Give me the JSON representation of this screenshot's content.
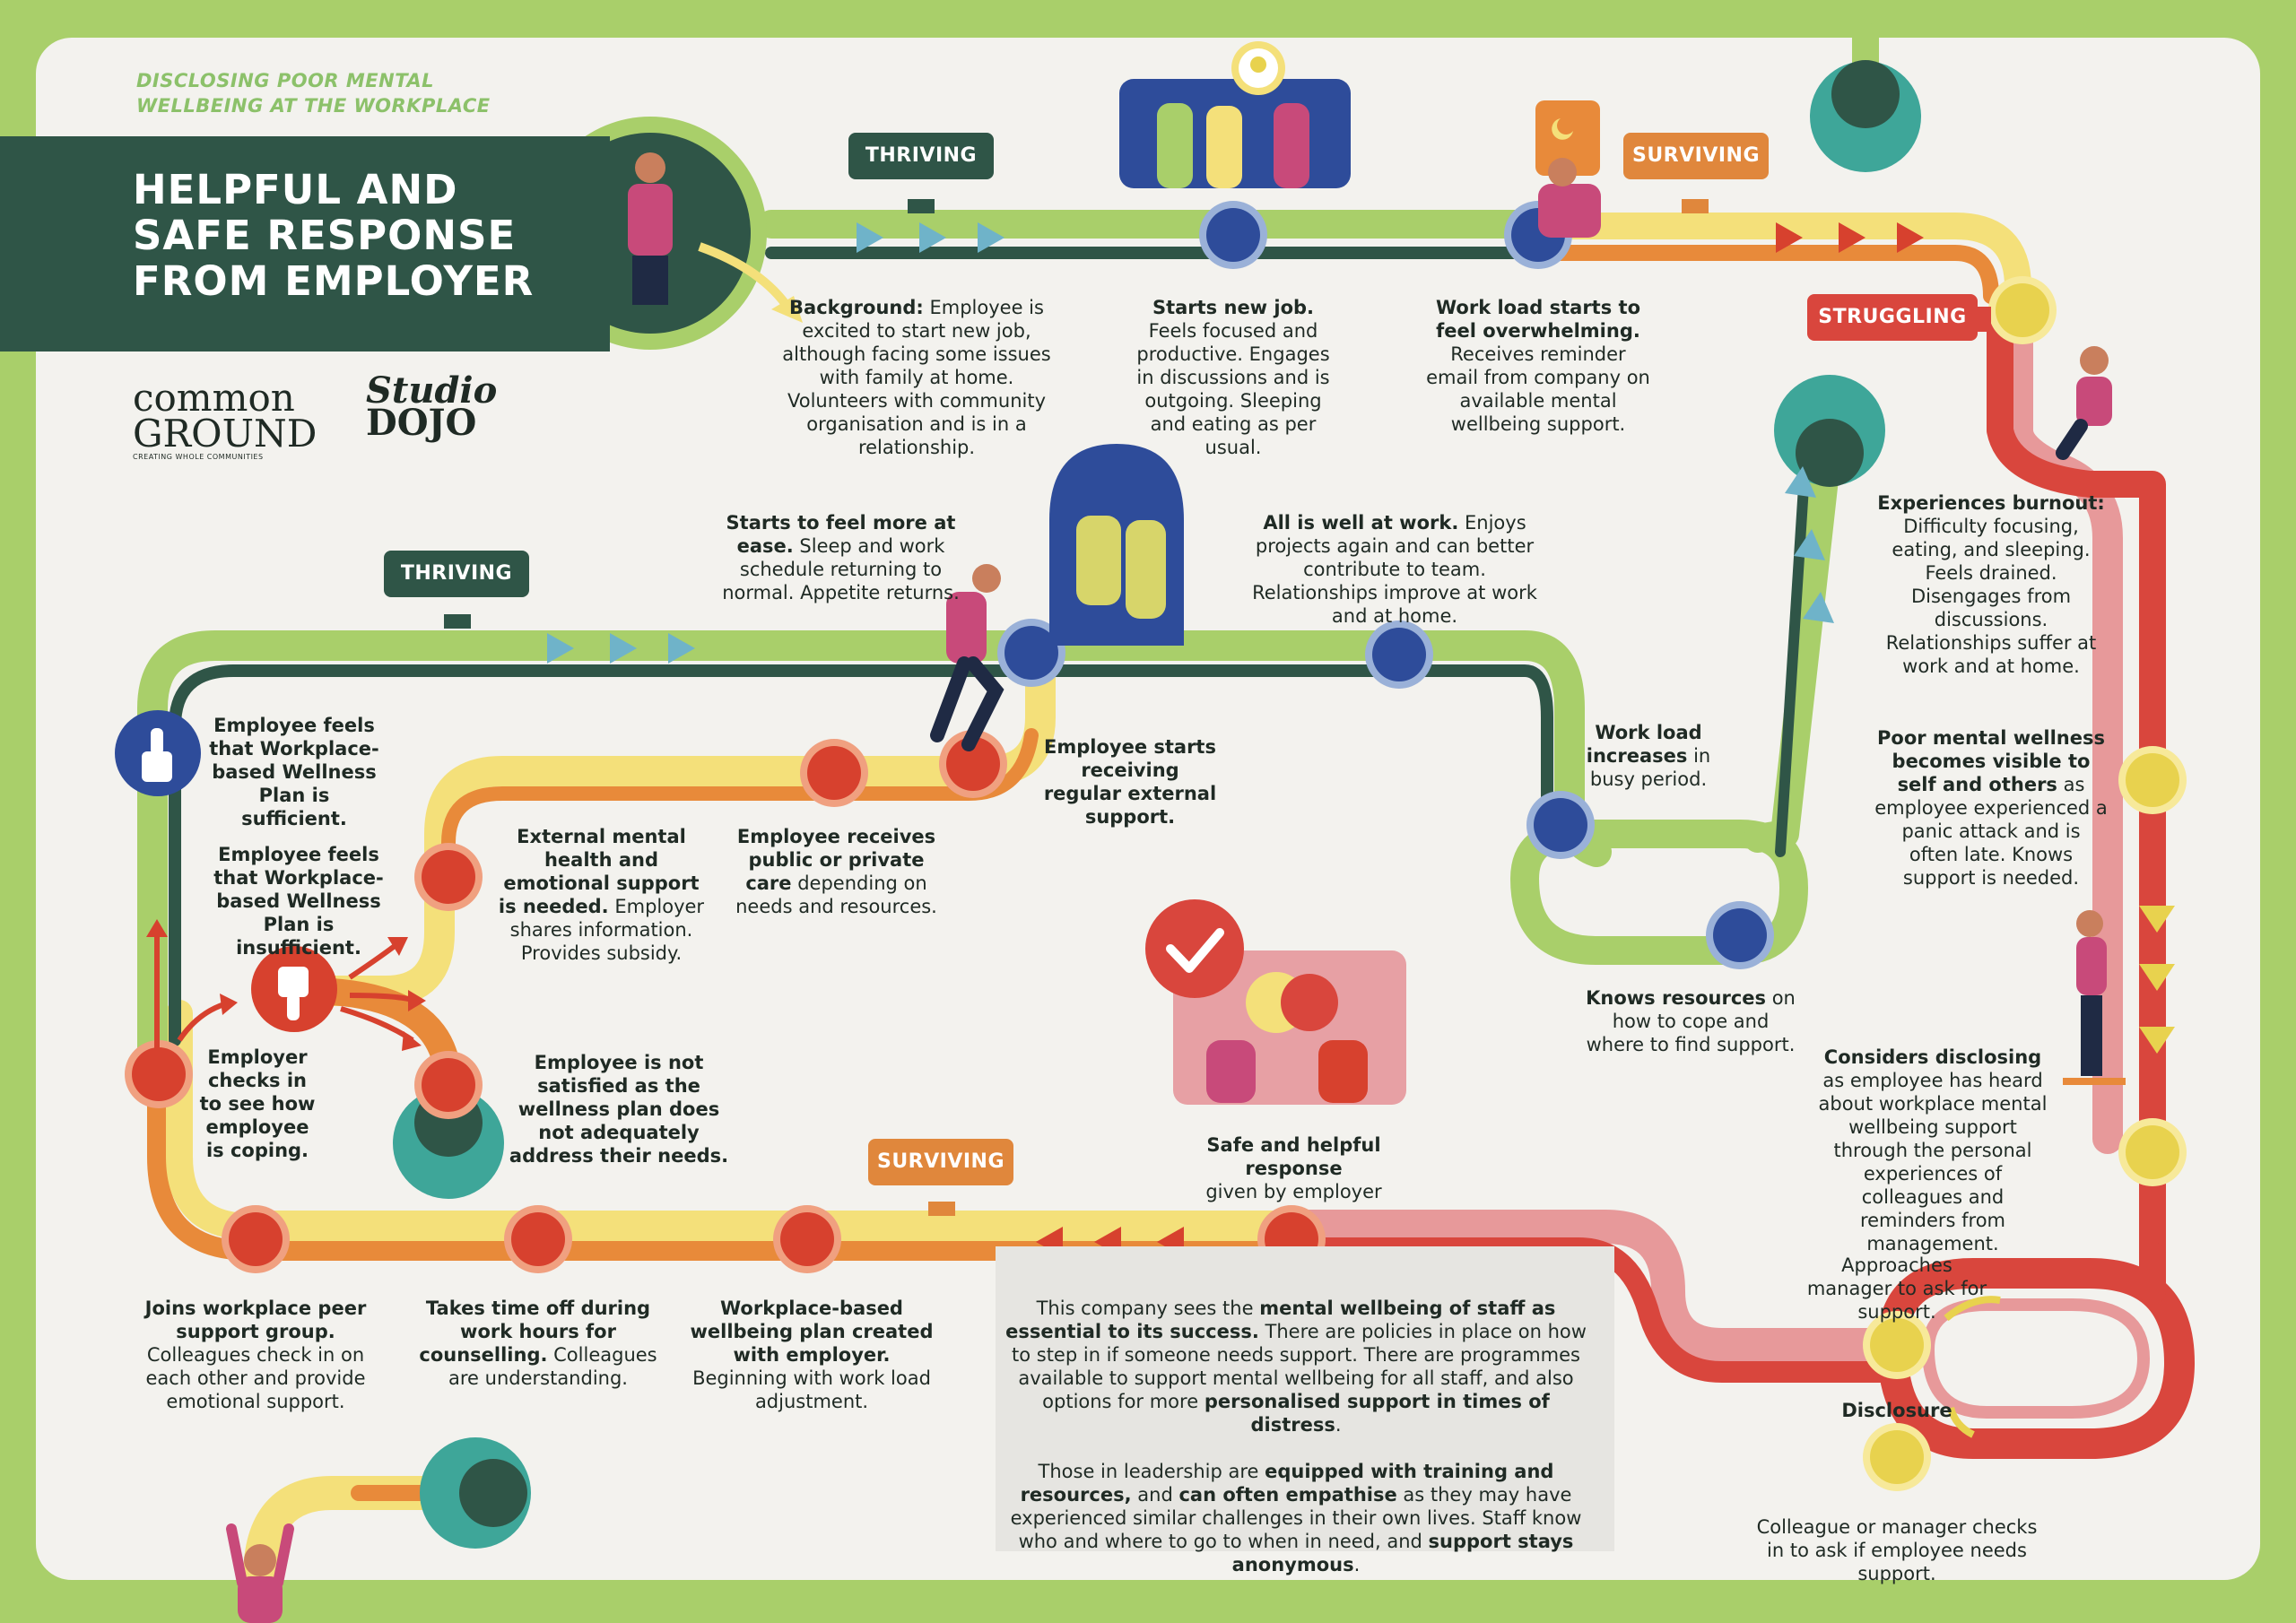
{
  "header": {
    "kicker_line1": "DISCLOSING POOR MENTAL",
    "kicker_line2": "WELLBEING AT THE WORKPLACE",
    "title_line1": "HELPFUL AND",
    "title_line2": "SAFE RESPONSE",
    "title_line3": "FROM EMPLOYER"
  },
  "logos": {
    "common_ground_line1": "common",
    "common_ground_line2": "GROUND",
    "common_ground_tagline": "CREATING WHOLE COMMUNITIES",
    "studio_line1": "Studio",
    "studio_line2": "DOJO"
  },
  "stage_labels": {
    "thriving_top": "THRIVING",
    "surviving_top": "SURVIVING",
    "struggling": "STRUGGLING",
    "thriving_mid": "THRIVING",
    "surviving_bottom": "SURVIVING"
  },
  "colors": {
    "thriving": "#2f5547",
    "surviving": "#e0873c",
    "struggling": "#d9463d",
    "green_path": "#a9cf6a",
    "dark_path": "#2f5547",
    "yellow_path": "#f4e07a",
    "orange_path": "#e88a3a",
    "red_path": "#d9463d",
    "pink_path": "#e7999a",
    "node_blue": "#2e4c9a",
    "node_yellow": "#e8d24e",
    "node_red": "#d7412e",
    "teal": "#3ea699"
  },
  "icons": [
    "lightbulb-icon",
    "moon-icon",
    "thumbs-up-icon",
    "thumbs-down-icon",
    "checkmark-icon",
    "arrow-icon"
  ],
  "steps": {
    "background_b": "Background:",
    "background": "Employee is excited to start new job, although facing some issues with family at home. Volunteers with community organisation and is in a relationship.",
    "new_job_b": "Starts new job.",
    "new_job": "Feels focused and productive. Engages in discussions and is outgoing. Sleeping and eating as per usual.",
    "workload_b": "Work load starts to feel overwhelming.",
    "workload": "Receives reminder email from company on available mental wellbeing support.",
    "burnout_b": "Experiences burnout:",
    "burnout": "Difficulty focusing, eating, and sleeping. Feels drained. Disengages from discussions. Relationships suffer at work and at home.",
    "visible_b": "Poor mental wellness becomes visible to self and others",
    "visible": "as employee experienced a panic attack and is often late. Knows support is needed.",
    "considers_b": "Considers disclosing",
    "considers": "as employee has heard about workplace mental wellbeing support through the personal experiences of colleagues and reminders from management.",
    "approaches": "Approaches manager to ask for support.",
    "disclosure": "Disclosure",
    "checks_in": "Colleague or manager checks in to ask if employee needs support.",
    "safe_response_b": "Safe and helpful response",
    "safe_response": "given by employer",
    "workplace_plan_b": "Workplace-based wellbeing plan created with employer.",
    "workplace_plan": "Beginning with work load adjustment.",
    "time_off_b": "Takes time off during work hours for counselling.",
    "time_off": "Colleagues are understanding.",
    "peer_group_b": "Joins workplace peer support group.",
    "peer_group": "Colleagues check in on each other and provide emotional support.",
    "employer_checks": "Employer checks in to see how employee is coping.",
    "sufficient": "Employee feels that Workplace-based Wellness Plan is sufficient.",
    "insufficient": "Employee feels that Workplace-based Wellness Plan is insufficient.",
    "not_satisfied": "Employee is not satisfied as the wellness plan does not adequately address their needs.",
    "external_needed_b": "External mental health and emotional support is needed.",
    "external_needed": "Employer shares information. Provides subsidy.",
    "receives_b": "Employee receives public or private care",
    "receives": "depending on needs and resources.",
    "regular_support": "Employee starts receiving regular external support.",
    "at_ease_b": "Starts to feel more at ease.",
    "at_ease": "Sleep and work schedule returning to normal. Appetite returns.",
    "all_well_b": "All is well at work.",
    "all_well": "Enjoys projects again and can better contribute to team. Relationships improve at work and at home.",
    "workload_increase_b": "Work load increases",
    "workload_increase": "in busy period.",
    "knows_resources_b": "Knows resources",
    "knows_resources": "on how to cope and where to find support."
  },
  "company_note": {
    "p1_a": "This company sees the",
    "p1_b": "mental wellbeing of staff as essential to its success.",
    "p1_c": "There are policies in place on how to step in if someone needs support. There are programmes available to support mental wellbeing for all staff, and also options for more",
    "p1_d": "personalised support in times of distress",
    "p2_a": "Those in leadership are",
    "p2_b": "equipped with training and resources,",
    "p2_c": "and",
    "p2_d": "can often empathise",
    "p2_e": "as they may have experienced similar challenges in their own lives. Staff know who and where to go to when in need, and",
    "p2_f": "support stays anonymous"
  }
}
